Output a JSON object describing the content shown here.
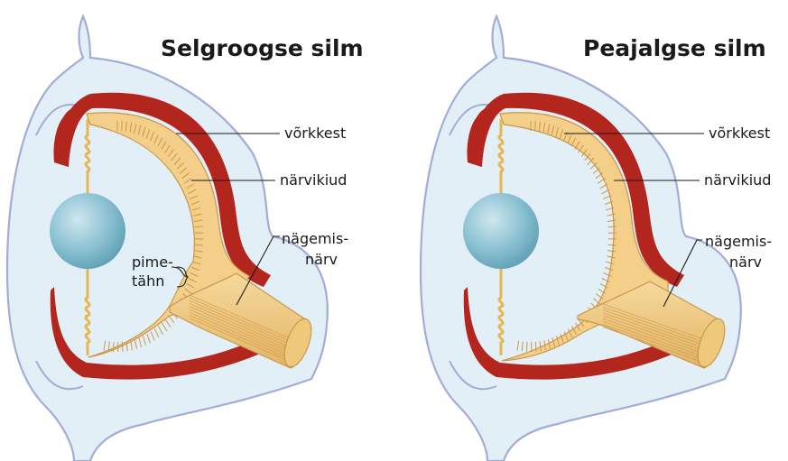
{
  "panels": [
    {
      "title": "Selgroogse silm",
      "labels": {
        "retina": "võrkkest",
        "nerve_fibers": "närvikiud",
        "optic_nerve_line1": "nägemis-",
        "optic_nerve_line2": "närv",
        "blind_spot_line1": "pime-",
        "blind_spot_line2": "tähn"
      }
    },
    {
      "title": "Peajalgse silm",
      "labels": {
        "retina": "võrkkest",
        "nerve_fibers": "närvikiud",
        "optic_nerve_line1": "nägemis-",
        "optic_nerve_line2": "närv"
      }
    }
  ],
  "colors": {
    "body_fill": "#e3eff7",
    "body_stroke": "#a3acd6",
    "sclera": "#b3261e",
    "retina_fill": "#f3cf8a",
    "retina_stroke": "#c9974a",
    "fiber": "#e2b567",
    "lens": "#8ec3d4",
    "muscle": "#e6b74f"
  }
}
